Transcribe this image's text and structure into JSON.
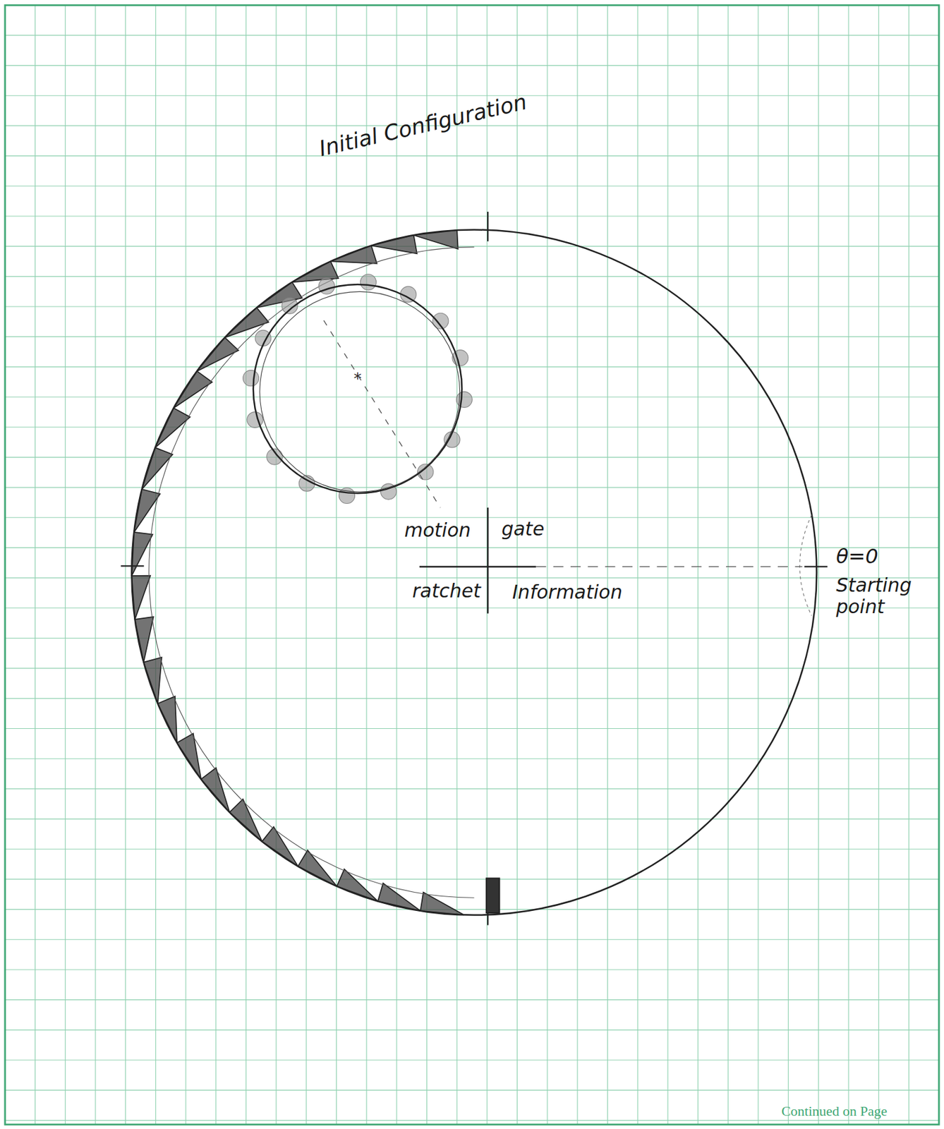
{
  "diagram": {
    "title": "Initial Configuration",
    "labels": [
      "motion",
      "gate",
      "ratchet",
      "Information",
      "θ=0",
      "Starting point",
      "Continued on Page"
    ]
  }
}
